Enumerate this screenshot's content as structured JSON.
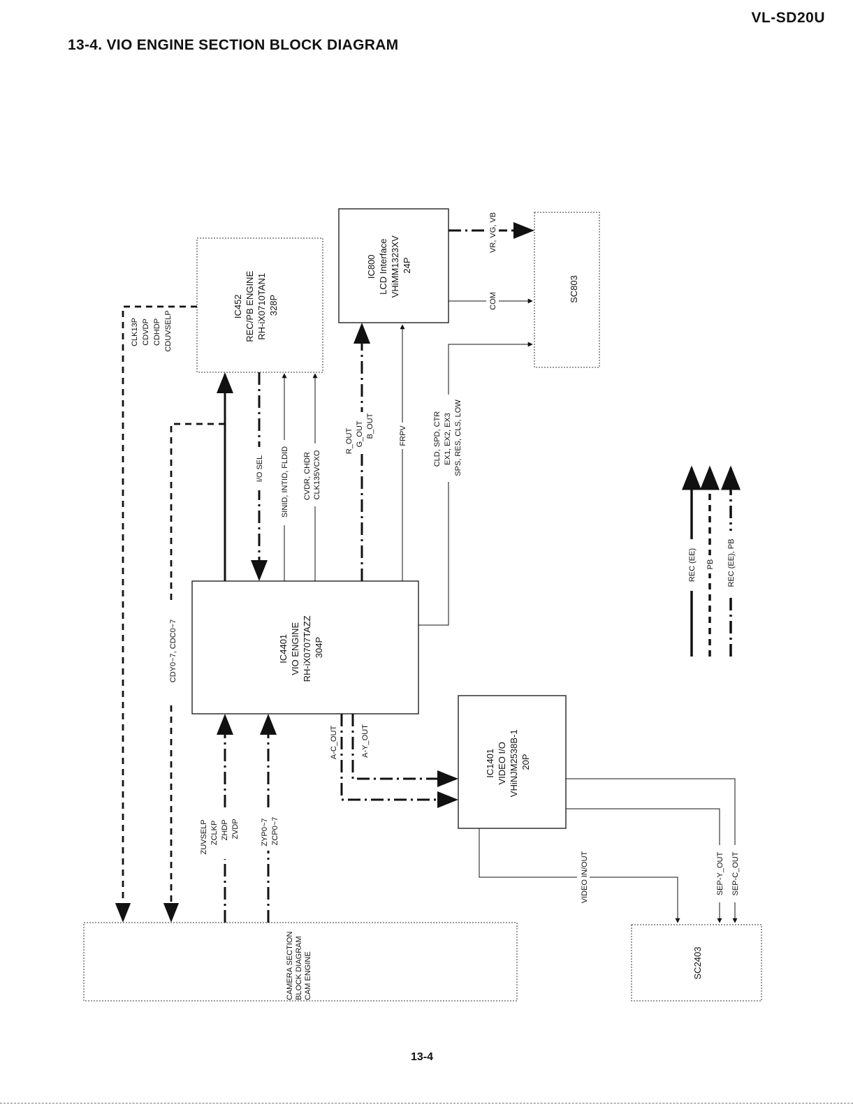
{
  "header": {
    "model": "VL-SD20U",
    "title": "13-4. VIO ENGINE SECTION BLOCK DIAGRAM"
  },
  "footer": {
    "page": "13-4"
  },
  "blocks": {
    "ic452": [
      "IC452",
      "REC/PB ENGINE",
      "RH-iX0710TAN1",
      "328P"
    ],
    "ic800": [
      "IC800",
      "LCD Interface",
      "VHiMM1323XV",
      "24P"
    ],
    "sc803": [
      "SC803"
    ],
    "ic4401": [
      "IC4401",
      "VIO ENGINE",
      "RH-iX0707TAZZ",
      "304P"
    ],
    "ic1401": [
      "IC1401",
      "VIDEO I/O",
      "VHiNJM2538B-1",
      "20P"
    ],
    "camera": [
      "CAMERA SECTION",
      "BLOCK DIAGRAM",
      "CAM ENGINE"
    ],
    "sc2403": [
      "SC2403"
    ]
  },
  "signals": {
    "clk13p": [
      "CLK13P",
      "CDVDP",
      "CDHDP",
      "CDUVSELP"
    ],
    "cdy": [
      "CDY0~7, CDC0~7"
    ],
    "iosel": [
      "I/O SEL"
    ],
    "sinid": [
      "SINID, INTID, FLDID"
    ],
    "cvdr": [
      "CVDR, CHDR",
      "CLK135VCXO"
    ],
    "rgb": [
      "R_OUT",
      "G_OUT",
      "B_OUT"
    ],
    "frpv": [
      "FRPV"
    ],
    "cld": [
      "CLD, SPD, CTR",
      "EX1, EX2, EX3",
      "SPS, RES, CLS, LOW"
    ],
    "vrvgvb": [
      "VR, VG, VB"
    ],
    "com": [
      "COM"
    ],
    "zuv": [
      "ZUVSELP",
      "ZCLKP",
      "ZHDP",
      "ZVDP"
    ],
    "zyp": [
      "ZYP0~7",
      "ZCP0~7"
    ],
    "acout": [
      "A-C_OUT"
    ],
    "ayout": [
      "A-Y_OUT"
    ],
    "videoinout": [
      "VIDEO IN/OUT"
    ],
    "sepy": [
      "SEP-Y_OUT"
    ],
    "sepc": [
      "SEP-C_OUT"
    ]
  },
  "legend": {
    "rec": "REC (EE)",
    "pb": "PB",
    "recpb": "REC (EE), PB"
  }
}
